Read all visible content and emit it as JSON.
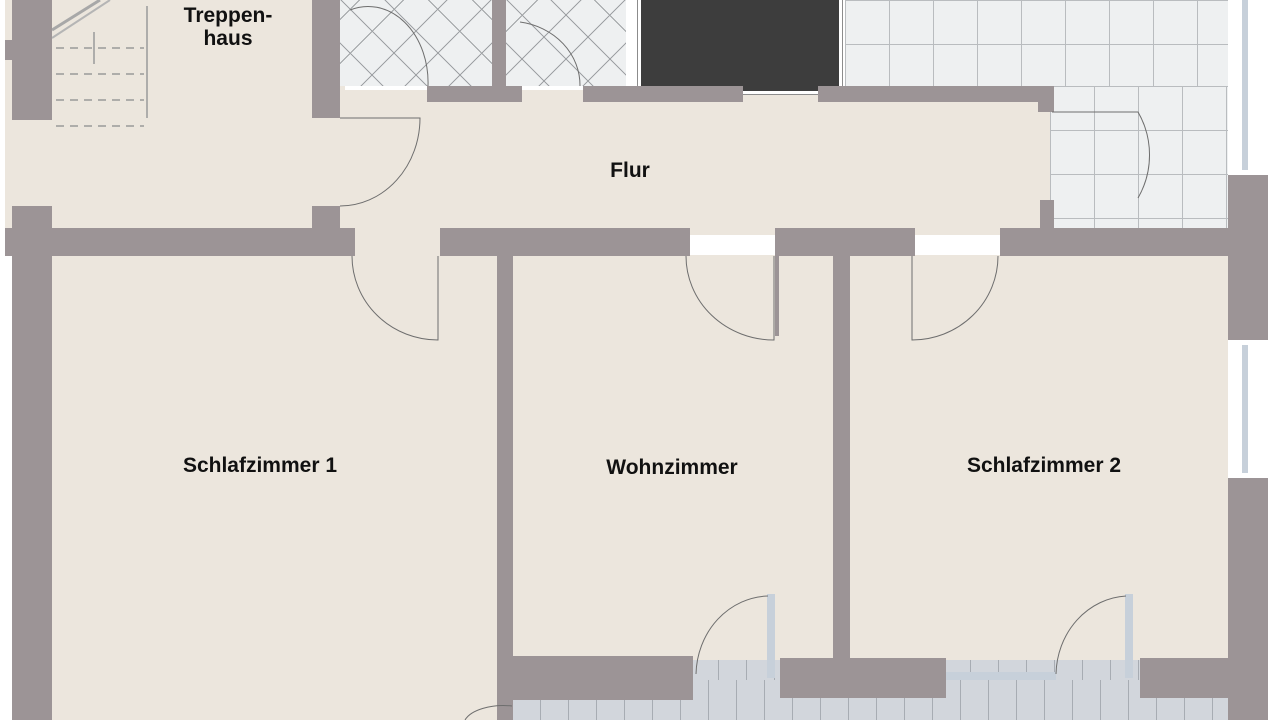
{
  "floor_plan": {
    "rooms": [
      {
        "id": "stairwell",
        "label": "Treppen-\nhaus",
        "label_line1": "Treppen-",
        "label_line2": "haus"
      },
      {
        "id": "hallway",
        "label": "Flur"
      },
      {
        "id": "bedroom-1",
        "label": "Schlafzimmer 1"
      },
      {
        "id": "living-room",
        "label": "Wohnzimmer"
      },
      {
        "id": "bedroom-2",
        "label": "Schlafzimmer 2"
      }
    ],
    "colors": {
      "floor": "#ece6dd",
      "wall": "#9c9496",
      "tile_light": "#eef0f1",
      "tile_balcony": "#d2d6dc",
      "dark_block": "#3d3d3d",
      "label": "#111111"
    }
  }
}
